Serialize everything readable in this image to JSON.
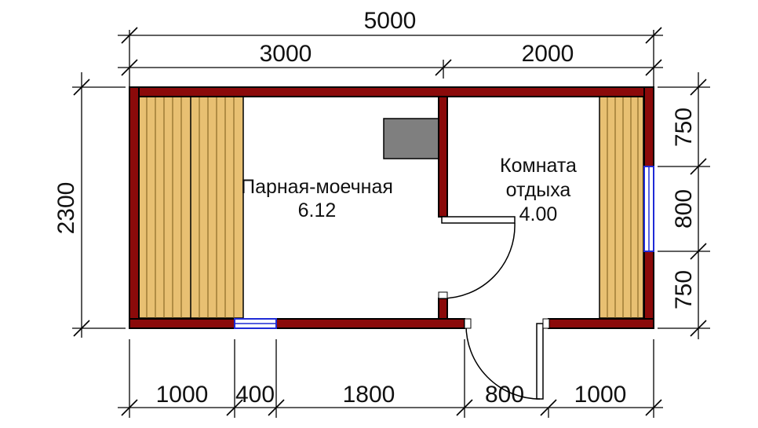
{
  "dimensions": {
    "total_width": "5000",
    "left_section": "3000",
    "right_section": "2000",
    "height": "2300",
    "bottom_1": "1000",
    "bottom_2": "400",
    "bottom_3": "1800",
    "bottom_4": "800",
    "bottom_5": "1000",
    "right_1": "750",
    "right_2": "800",
    "right_3": "750"
  },
  "rooms": {
    "steam_room": {
      "name": "Парная-моечная",
      "area": "6.12"
    },
    "rest_room": {
      "name_line1": "Комната",
      "name_line2": "отдыха",
      "area": "4.00"
    }
  },
  "colors": {
    "wall": "#8b0a0a",
    "bench": "#e8c072",
    "stove": "#7f7f7f",
    "window": "#1f2bd6"
  }
}
